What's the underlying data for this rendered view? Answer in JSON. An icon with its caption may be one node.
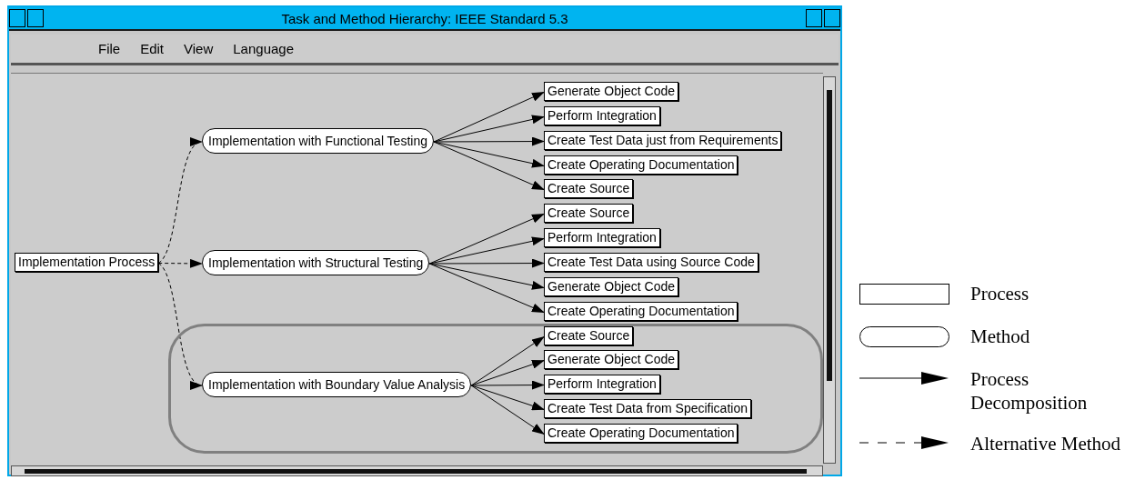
{
  "diagram": {
    "title": "Task and Method Hierarchy: IEEE Standard 5.3",
    "nodes": [
      {
        "text": [
          "Implementation Process"
        ]
      },
      {
        "text": [
          "Implementation with Functional Testing"
        ]
      },
      {
        "text": [
          "Generate Object Code"
        ]
      },
      {
        "text": [
          "Perform Integration"
        ]
      },
      {
        "text": [
          "Create Test Data just from Requirements"
        ]
      },
      {
        "text": [
          "Create Operating Documentation"
        ]
      },
      {
        "text": [
          "Create Source"
        ]
      },
      {
        "text": [
          "Implementation with Structural Testing"
        ]
      },
      {
        "text": [
          "Create Source"
        ]
      },
      {
        "text": [
          "Perform Integration"
        ]
      },
      {
        "text": [
          "Create Test Data using Source Code"
        ]
      },
      {
        "text": [
          "Generate Object Code"
        ]
      },
      {
        "text": [
          "Create Operating Documentation"
        ]
      },
      {
        "text": [],
        "shape": "box"
      },
      {
        "text": [
          "Implementation with Boundary Value Analysis"
        ],
        "in": 13
      },
      {
        "text": [
          "Create Source"
        ],
        "in": 13
      },
      {
        "text": [
          "Generate Object Code"
        ],
        "in": 13
      },
      {
        "text": [
          "Perform Integration"
        ],
        "in": 13
      },
      {
        "text": [
          "Create Test Data from Specification"
        ],
        "in": 13
      },
      {
        "text": [
          "Create Operating Documentation"
        ],
        "in": 13
      }
    ],
    "edges": [
      {
        "from": 0,
        "to": 1,
        "arrow": "to",
        "style": "dashed"
      },
      {
        "from": 0,
        "to": 7,
        "arrow": "to",
        "style": "dashed"
      },
      {
        "from": 0,
        "to": 14,
        "arrow": "to",
        "style": "dashed"
      },
      {
        "from": 1,
        "to": 2,
        "arrow": "to"
      },
      {
        "from": 1,
        "to": 3,
        "arrow": "to"
      },
      {
        "from": 1,
        "to": 4,
        "arrow": "to"
      },
      {
        "from": 1,
        "to": 5,
        "arrow": "to"
      },
      {
        "from": 1,
        "to": 6,
        "arrow": "to"
      },
      {
        "from": 7,
        "to": 8,
        "arrow": "to"
      },
      {
        "from": 7,
        "to": 9,
        "arrow": "to"
      },
      {
        "from": 7,
        "to": 10,
        "arrow": "to"
      },
      {
        "from": 7,
        "to": 11,
        "arrow": "to"
      },
      {
        "from": 7,
        "to": 12,
        "arrow": "to"
      },
      {
        "from": 14,
        "to": 15,
        "arrow": "to"
      },
      {
        "from": 14,
        "to": 16,
        "arrow": "to"
      },
      {
        "from": 14,
        "to": 17,
        "arrow": "to"
      },
      {
        "from": 14,
        "to": 18,
        "arrow": "to"
      },
      {
        "from": 14,
        "to": 19,
        "arrow": "to"
      }
    ],
    "labels": [
      "File",
      "Edit",
      "View",
      "Language"
    ],
    "legend": [
      {
        "text": "Process"
      },
      {
        "text": "Method"
      },
      {
        "text": "Process Decomposition"
      },
      {
        "text": "Alternative Method"
      }
    ]
  }
}
